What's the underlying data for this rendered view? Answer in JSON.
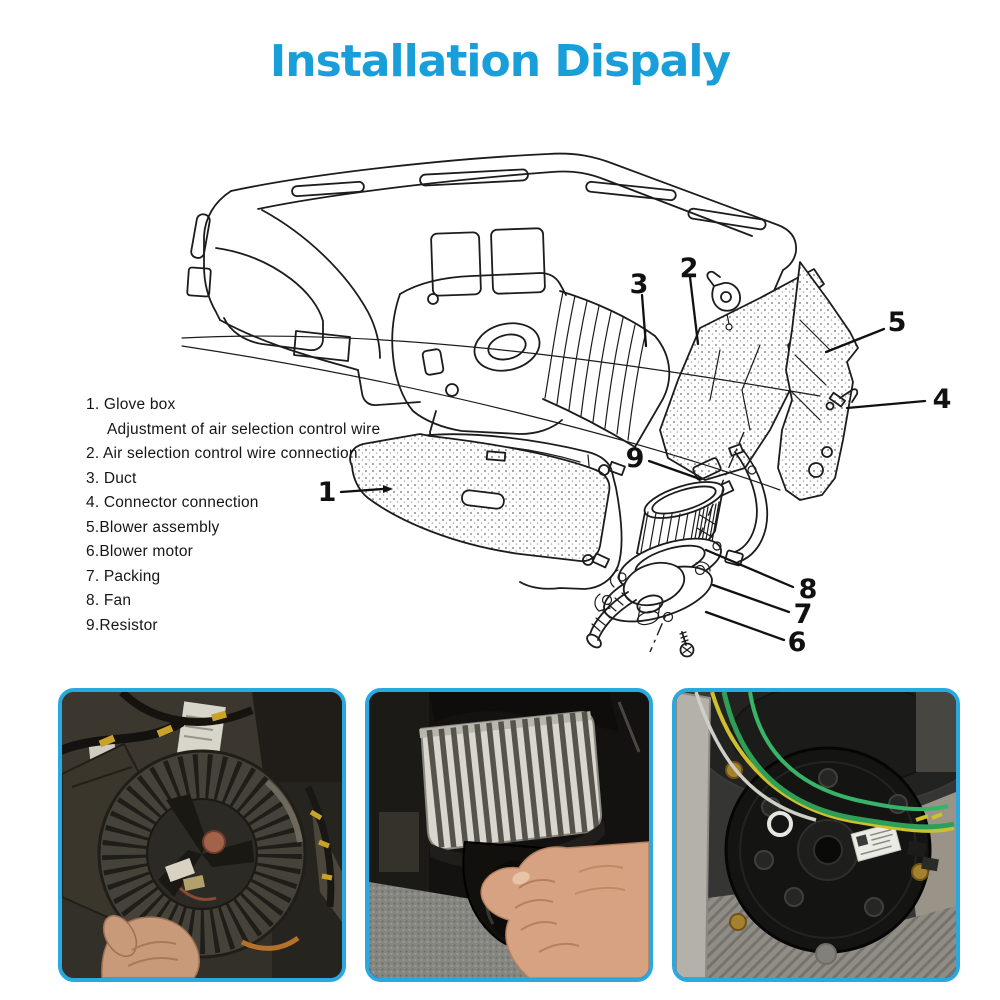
{
  "title": "Installation Dispaly",
  "colors": {
    "title_blue": "#189fd9",
    "photo_border": "#2aa9e0",
    "line_color": "#1c1c1c"
  },
  "parts_list": {
    "lines": [
      "1. Glove box",
      "Adjustment of air selection control wire",
      "2. Air selection control wire connection",
      "3. Duct",
      "4. Connector connection",
      "5.Blower assembly",
      "6.Blower motor",
      "7. Packing",
      "8. Fan",
      "9.Resistor"
    ]
  },
  "diagram": {
    "callouts": [
      {
        "num": "1"
      },
      {
        "num": "2"
      },
      {
        "num": "3"
      },
      {
        "num": "4"
      },
      {
        "num": "5"
      },
      {
        "num": "6"
      },
      {
        "num": "7"
      },
      {
        "num": "8"
      },
      {
        "num": "9"
      }
    ]
  },
  "photos": [
    {
      "name": "blower-fan-removed-photo"
    },
    {
      "name": "blower-install-by-hand-photo"
    },
    {
      "name": "blower-motor-wired-photo"
    }
  ]
}
